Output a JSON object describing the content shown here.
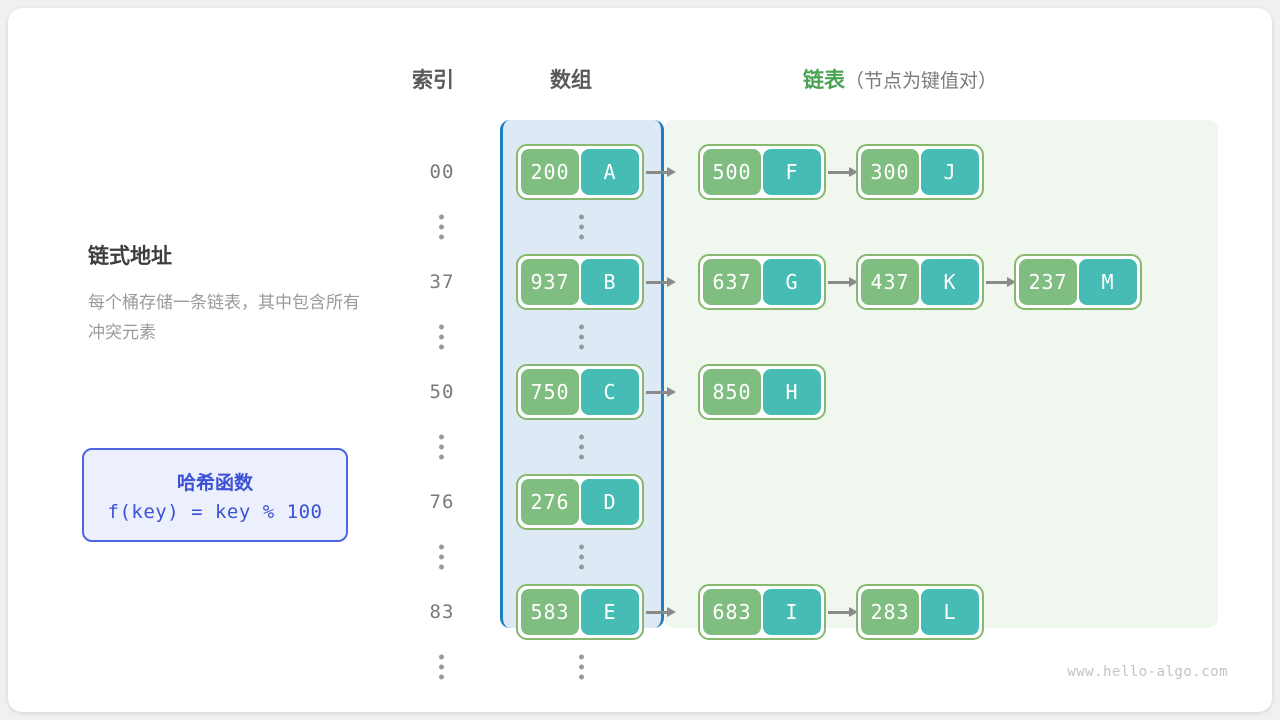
{
  "headers": {
    "index": "索引",
    "array": "数组",
    "list_main": "链表",
    "list_sub": "（节点为键值对）"
  },
  "panel": {
    "title": "链式地址",
    "description": "每个桶存储一条链表，其中包含所有冲突元素",
    "hash_title": "哈希函数",
    "hash_formula": "f(key) = key % 100"
  },
  "footer": "www.hello-algo.com",
  "colors": {
    "key_cell": "#80bd80",
    "value_cell": "#47bcb4",
    "node_border": "#86b96d",
    "array_region_border": "#1e7fc4",
    "array_region_fill": "#ddeaf6",
    "list_region_fill": "#eff7ef",
    "arrow": "#8a8a8a",
    "hash_accent": "#3b52d6",
    "list_header": "#4aa355"
  },
  "rows": [
    {
      "index": "00",
      "bucket": {
        "key": "200",
        "value": "A"
      },
      "chain": [
        {
          "key": "500",
          "value": "F"
        },
        {
          "key": "300",
          "value": "J"
        }
      ]
    },
    {
      "index": "37",
      "bucket": {
        "key": "937",
        "value": "B"
      },
      "chain": [
        {
          "key": "637",
          "value": "G"
        },
        {
          "key": "437",
          "value": "K"
        },
        {
          "key": "237",
          "value": "M"
        }
      ]
    },
    {
      "index": "50",
      "bucket": {
        "key": "750",
        "value": "C"
      },
      "chain": [
        {
          "key": "850",
          "value": "H"
        }
      ]
    },
    {
      "index": "76",
      "bucket": {
        "key": "276",
        "value": "D"
      },
      "chain": []
    },
    {
      "index": "83",
      "bucket": {
        "key": "583",
        "value": "E"
      },
      "chain": [
        {
          "key": "683",
          "value": "I"
        },
        {
          "key": "283",
          "value": "L"
        }
      ]
    }
  ]
}
